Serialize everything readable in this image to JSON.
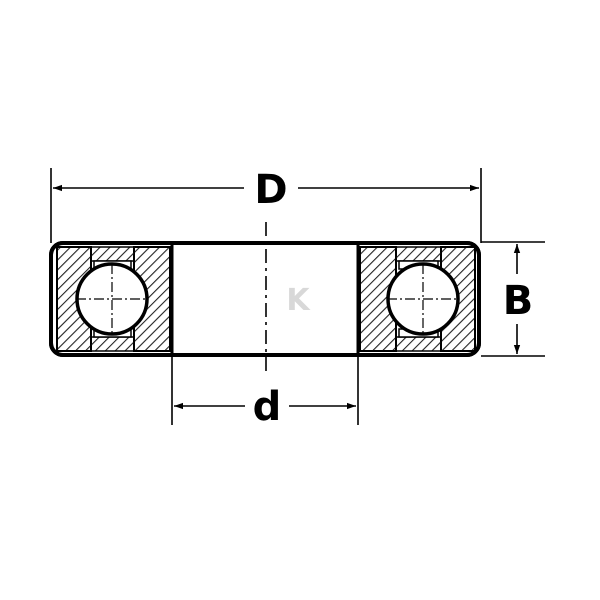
{
  "diagram": {
    "labels": {
      "outer_diameter": "D",
      "inner_diameter": "d",
      "width": "B"
    },
    "colors": {
      "ink": "#000000",
      "background": "#ffffff",
      "hatch": "#222222"
    },
    "watermark": "K"
  }
}
